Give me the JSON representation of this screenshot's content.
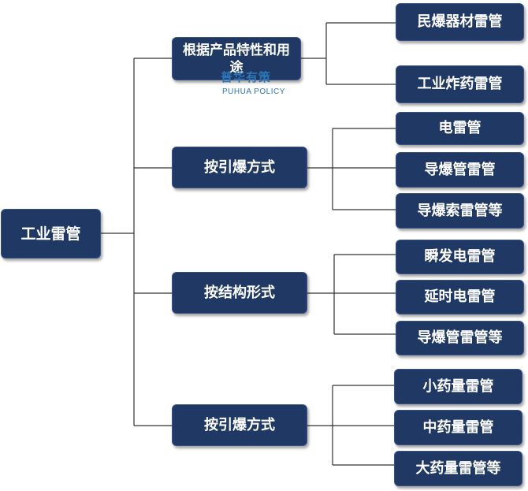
{
  "diagram": {
    "root": "工业雷管",
    "categories": [
      {
        "label": "根据产品特性和用途",
        "children": [
          "民爆器材雷管",
          "工业炸药雷管"
        ]
      },
      {
        "label": "按引爆方式",
        "children": [
          "电雷管",
          "导爆管雷管",
          "导爆索雷管等"
        ]
      },
      {
        "label": "按结构形式",
        "children": [
          "瞬发电雷管",
          "延时电雷管",
          "导爆管雷管等"
        ]
      },
      {
        "label": "按引爆方式",
        "children": [
          "小药量雷管",
          "中药量雷管",
          "大药量雷管等"
        ]
      }
    ]
  },
  "watermark": {
    "brand": "普华有策",
    "brand_en": "PUHUA POLICY"
  },
  "colors": {
    "node_fill": "#1f3864",
    "node_text": "#ffffff",
    "connector": "#333333",
    "watermark": "#2e75b6"
  }
}
